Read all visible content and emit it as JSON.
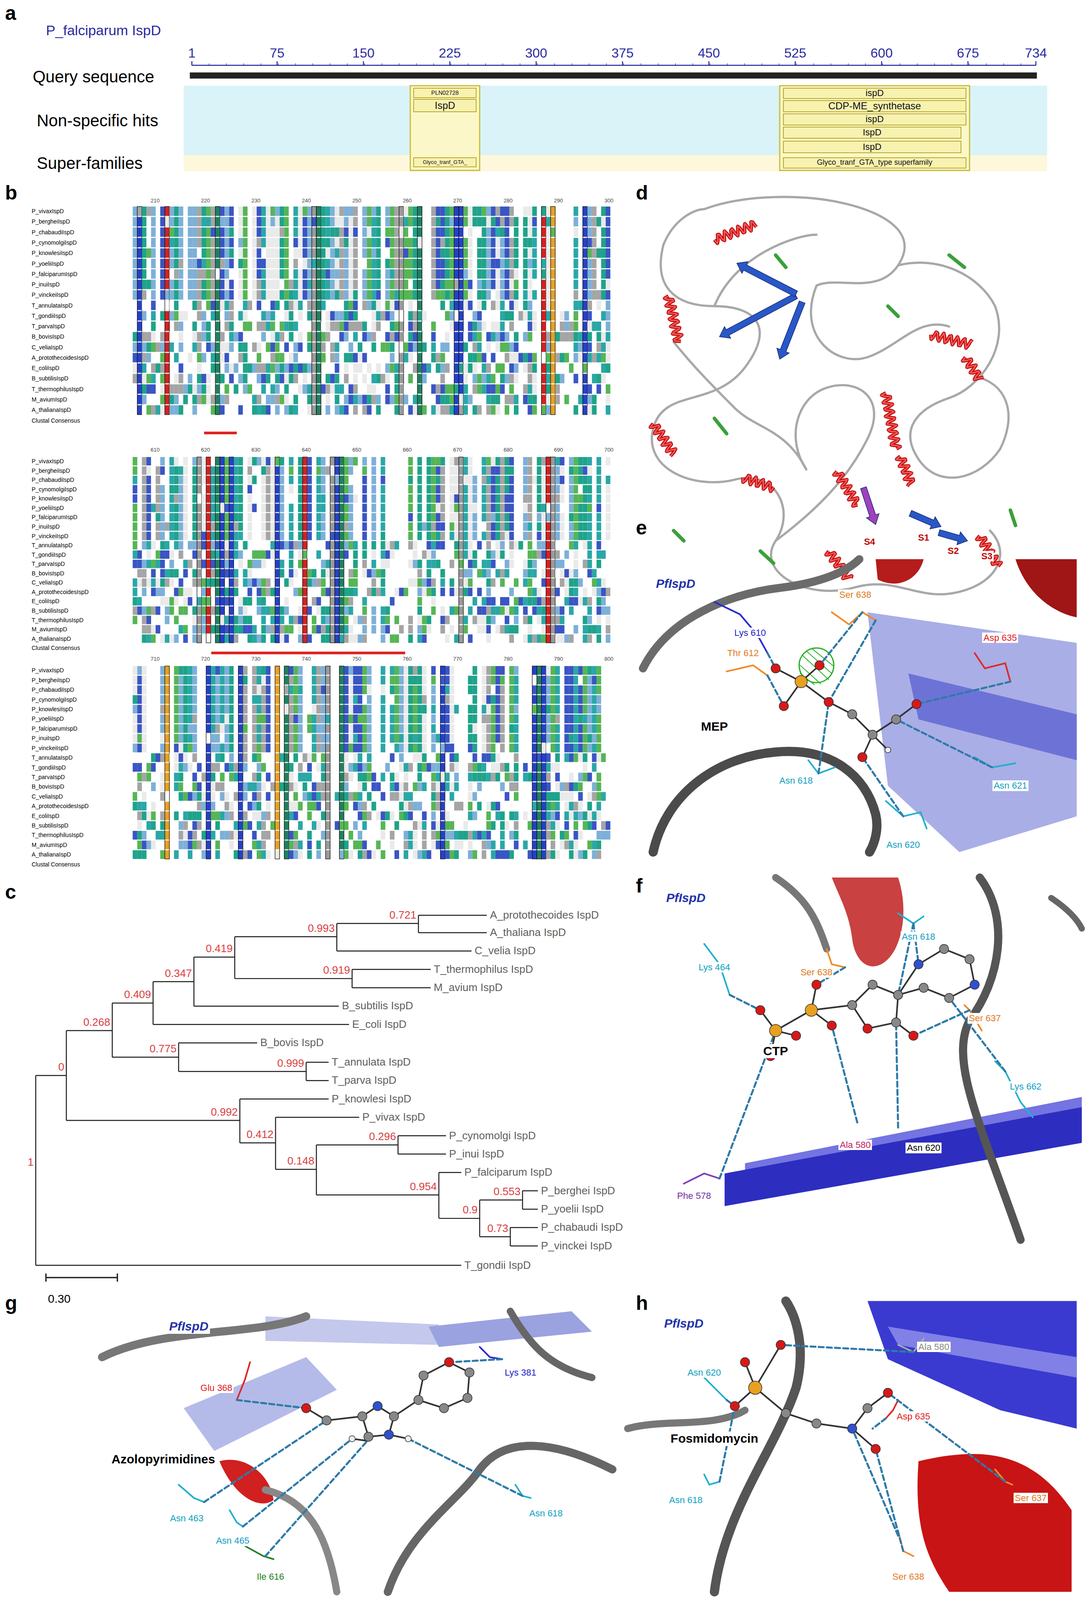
{
  "diagram": {
    "nodes": [
      {
        "text": [
          "PLN02728"
        ]
      },
      {
        "text": [
          "IspD"
        ]
      },
      {
        "text": [
          "Glyco_tranf_GTA_"
        ]
      },
      {
        "text": [
          "ispD"
        ]
      },
      {
        "text": [
          "CDP-ME_synthetase"
        ]
      },
      {
        "text": [
          "ispD"
        ]
      },
      {
        "text": [
          "IspD"
        ]
      },
      {
        "text": [
          "IspD"
        ]
      },
      {
        "text": [
          "Glyco_tranf_GTA_type superfamily"
        ]
      }
    ],
    "labels": [
      "a",
      "P_falciparum IspD",
      "Query sequence",
      "Non-specific hits",
      "Super-families",
      "1",
      "75",
      "150",
      "225",
      "300",
      "375",
      "450",
      "525",
      "600",
      "675",
      "734",
      "b",
      "210",
      "220",
      "230",
      "240",
      "250",
      "260",
      "270",
      "280",
      "290",
      "300",
      "P_vivaxIspD",
      "P_bergheiIspD",
      "P_chabaudiIspD",
      "P_cynomolgiIspD",
      "P_knowlesiIspD",
      "P_yoeliiIspD",
      "P_falciparumIspD",
      "P_inuiIspD",
      "P_vinckeiIspD",
      "T_annulataIspD",
      "T_gondiiIspD",
      "T_parvaIspD",
      "B_bovisIspD",
      "C_veliaIspD",
      "A_protothecoidesIspD",
      "E_coliIspD",
      "B_subtilisIspD",
      "T_thermophilusIspD",
      "M_aviumIspD",
      "A_thalianaIspD",
      "Clustal Consensus",
      "610",
      "620",
      "630",
      "640",
      "650",
      "660",
      "670",
      "680",
      "690",
      "700",
      "P_vivaxIspD",
      "P_bergheiIspD",
      "P_chabaudiIspD",
      "P_cynomolgiIspD",
      "P_knowlesiIspD",
      "P_yoeliiIspD",
      "P_falciparumIspD",
      "P_inuiIspD",
      "P_vinckeiIspD",
      "T_annulataIspD",
      "T_gondiiIspD",
      "T_parvaIspD",
      "B_bovisIspD",
      "C_veliaIspD",
      "A_protothecoidesIspD",
      "E_coliIspD",
      "B_subtilisIspD",
      "T_thermophilusIspD",
      "M_aviumIspD",
      "A_thalianaIspD",
      "Clustal Consensus",
      "710",
      "720",
      "730",
      "740",
      "750",
      "760",
      "770",
      "780",
      "790",
      "800",
      "P_vivaxIspD",
      "P_bergheiIspD",
      "P_chabaudiIspD",
      "P_cynomolgiIspD",
      "P_knowlesiIspD",
      "P_yoeliiIspD",
      "P_falciparumIspD",
      "P_inuiIspD",
      "P_vinckeiIspD",
      "T_annulataIspD",
      "T_gondiiIspD",
      "T_parvaIspD",
      "B_bovisIspD",
      "C_veliaIspD",
      "A_protothecoidesIspD",
      "E_coliIspD",
      "B_subtilisIspD",
      "T_thermophilusIspD",
      "M_aviumIspD",
      "A_thalianaIspD",
      "Clustal Consensus",
      "c",
      "A_protothecoides IspD",
      "A_thaliana IspD",
      "C_velia IspD",
      "T_thermophilus IspD",
      "M_avium IspD",
      "B_subtilis IspD",
      "E_coli IspD",
      "B_bovis IspD",
      "T_annulata IspD",
      "T_parva IspD",
      "P_knowlesi IspD",
      "P_vivax IspD",
      "P_cynomolgi IspD",
      "P_inui IspD",
      "P_falciparum IspD",
      "P_berghei IspD",
      "P_yoelii IspD",
      "P_chabaudi IspD",
      "P_vinckei IspD",
      "T_gondii IspD",
      "0.721",
      "0.993",
      "0.419",
      "0.919",
      "0.347",
      "0.409",
      "0.268",
      "0",
      "0.775",
      "0.999",
      "0.992",
      "0.412",
      "0.296",
      "0.148",
      "0.954",
      "0.553",
      "0.9",
      "0.73",
      "1",
      "0.30",
      "d",
      "S4",
      "S1",
      "S2",
      "S3",
      "e",
      "PfIspD",
      "Lys 610",
      "Ser 638",
      "Thr 612",
      "Asp 635",
      "MEP",
      "Asn 618",
      "Asn 621",
      "Asn 620",
      "f",
      "PfIspD",
      "Lys 464",
      "Ser 638",
      "Asn 618",
      "Ser 637",
      "CTP",
      "Lys 662",
      "Ala 580",
      "Asn 620",
      "Phe 578",
      "g",
      "PfIspD",
      "Lys 381",
      "Glu 368",
      "Azolopyrimidines",
      "Asn 463",
      "Asn 465",
      "Asn 618",
      "Ile 616",
      "h",
      "PfIspD",
      "Ala 580",
      "Asn 620",
      "Asp 635",
      "Fosmidomycin",
      "Ser 637",
      "Asn 618",
      "Ser 638"
    ]
  }
}
